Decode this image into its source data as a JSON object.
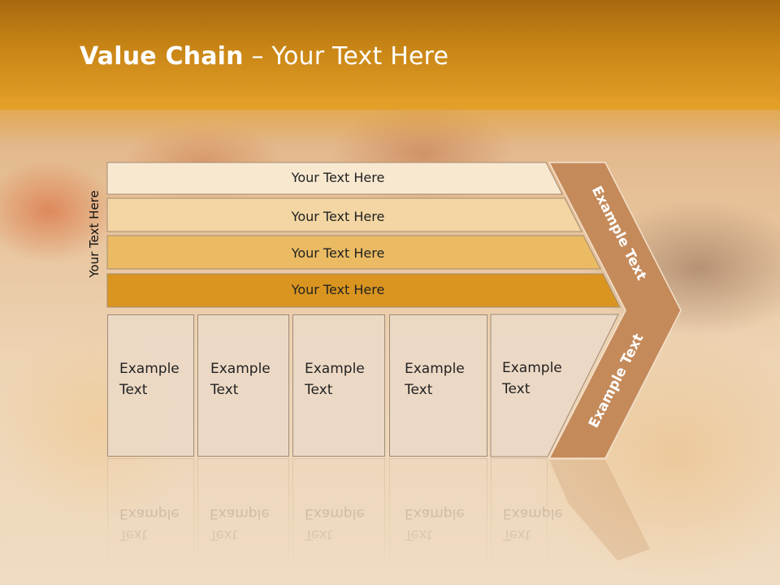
{
  "slide": {
    "title_bold": "Value Chain",
    "title_sep": " – ",
    "title_rest": "Your Text Here",
    "vertical_label": "Your Text Here"
  },
  "bars": [
    {
      "label": "Your Text Here",
      "color": "#f8e8d0"
    },
    {
      "label": "Your Text Here",
      "color": "#f3d6a3"
    },
    {
      "label": "Your Text Here",
      "color": "#ebbb63"
    },
    {
      "label": "Your Text Here",
      "color": "#d9951f"
    }
  ],
  "boxes": [
    {
      "line1": "Example",
      "line2": "Text"
    },
    {
      "line1": "Example",
      "line2": "Text"
    },
    {
      "line1": "Example",
      "line2": "Text"
    },
    {
      "line1": "Example",
      "line2": "Text"
    },
    {
      "line1": "Example",
      "line2": "Text"
    }
  ],
  "chevron": {
    "upper_text": "Example Text",
    "lower_text": "Example Text",
    "fill": "#c58a5a"
  },
  "colors": {
    "header": "#c98616",
    "box_fill": "#ecd9c6"
  }
}
